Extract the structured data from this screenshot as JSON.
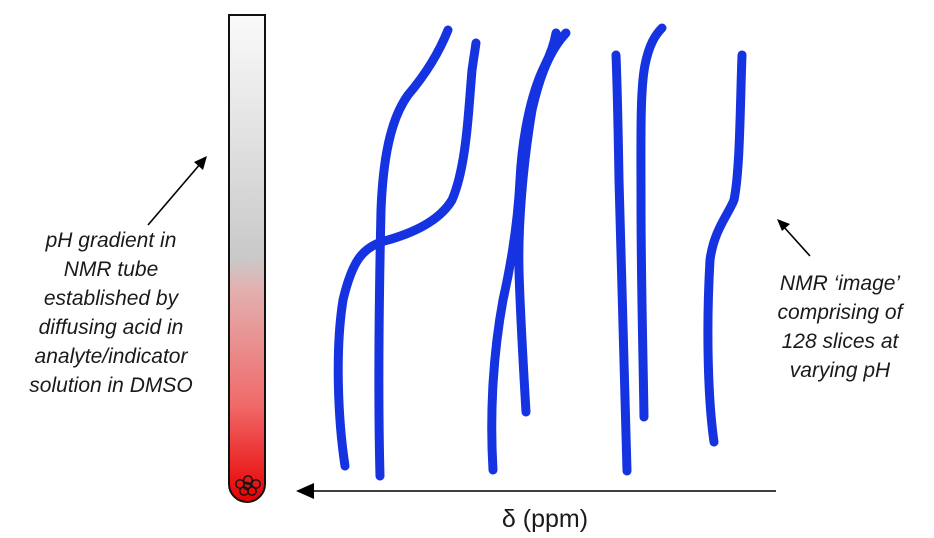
{
  "left_caption": [
    "pH gradient in",
    "NMR tube",
    "established by",
    "diffusing acid in",
    "analyte/indicator",
    "solution in DMSO"
  ],
  "right_caption": [
    "NMR ‘image’",
    "comprising of",
    "128 slices at",
    "varying pH"
  ],
  "axis_label": "δ (ppm)",
  "colors": {
    "trace": "#1533e0",
    "tube_top": "#ffffff",
    "tube_bottom": "#e80000",
    "arrow": "#000000"
  }
}
